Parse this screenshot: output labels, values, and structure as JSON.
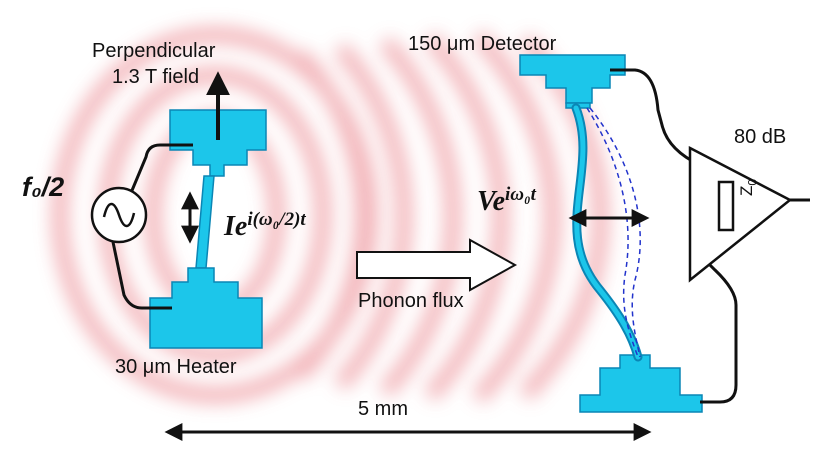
{
  "labels": {
    "perpendicular": "Perpendicular",
    "field": "1.3 T field",
    "detector": "150 μm Detector",
    "heater": "30 μm Heater",
    "amplifier_gain": "80 dB",
    "impedance": "Z",
    "impedance_sub": "0",
    "phonon_flux": "Phonon flux",
    "distance": "5 mm"
  },
  "equations": {
    "source_frequency": "f₀/2",
    "heater_current_base": "Ie",
    "heater_current_exponent": "i(ω₀/2)t",
    "detector_voltage_base": "Ve",
    "detector_voltage_exponent": "iω₀t"
  },
  "colors": {
    "device": "#1cc6ea",
    "device_edge": "#0a86b5",
    "wire": "#111111",
    "wave": "#f0a5ab",
    "dashed": "#2233cc"
  }
}
